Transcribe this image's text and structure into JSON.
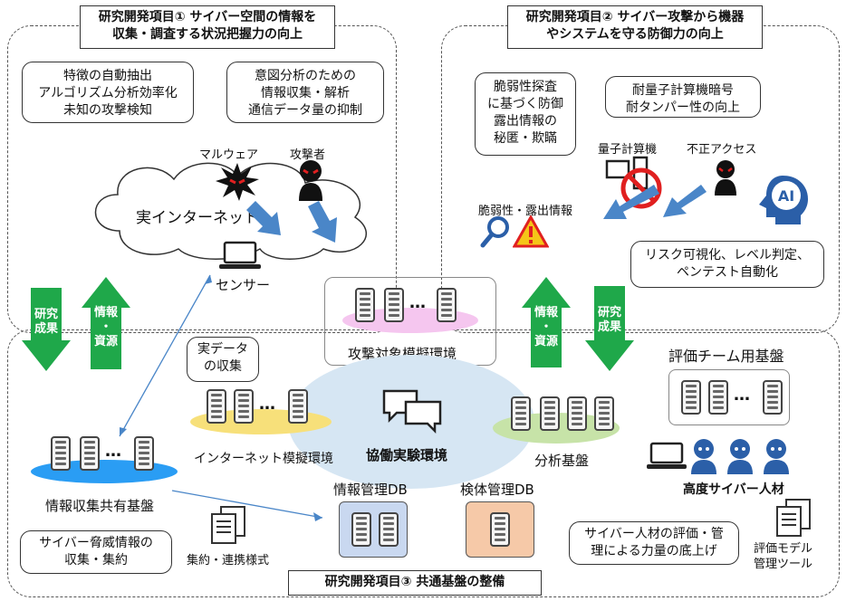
{
  "regions": {
    "top_left_title": "研究開発項目① サイバー空間の情報を\n収集・調査する状況把握力の向上",
    "top_right_title": "研究開発項目② サイバー攻撃から機器\nやシステムを守る防御力の向上",
    "bottom_title": "研究開発項目③ 共通基盤の整備"
  },
  "callouts": {
    "feature_extraction": "特徴の自動抽出\nアルゴリズム分析効率化\n未知の攻撃検知",
    "intent_analysis": "意図分析のための\n情報収集・解析\n通信データ量の抑制",
    "vulnerability_defense": "脆弱性探査\nに基づく防御\n露出情報の\n秘匿・欺瞞",
    "quantum_resistance": "耐量子計算機暗号\n耐タンパー性の向上",
    "risk_visualization": "リスク可視化、レベル判定、\nペンテスト自動化",
    "real_data": "実データ\nの収集",
    "threat_info": "サイバー脅威情報の\n収集・集約",
    "talent_eval": "サイバー人材の評価・管\n理による力量の底上げ"
  },
  "labels": {
    "malware": "マルウェア",
    "attacker": "攻撃者",
    "real_internet": "実インターネット",
    "sensor": "センサー",
    "quantum_computer": "量子計算機",
    "unauthorized_access": "不正アクセス",
    "vuln_exposure": "脆弱性・露出情報",
    "attack_target_env": "攻撃対象模擬環境",
    "internet_sim_env": "インターネット模擬環境",
    "collab_env": "協働実験環境",
    "analysis_platform": "分析基盤",
    "eval_team_platform": "評価チーム用基盤",
    "info_sharing_platform": "情報収集共有基盤",
    "info_mgmt_db": "情報管理DB",
    "specimen_mgmt_db": "検体管理DB",
    "aggregation_format": "集約・連携様式",
    "advanced_talent": "高度サイバー人材",
    "eval_model_tool": "評価モデル\n管理ツール",
    "ai": "AI",
    "ellipsis": "…"
  },
  "arrows": {
    "left_down": "研究\n成果",
    "left_up": "情報\n・\n資源",
    "right_up": "情報\n・\n資源",
    "right_down": "研究\n成果"
  },
  "colors": {
    "green_arrow": "#1fa84a",
    "blue_arrow": "#4a86c8",
    "pink_ellipse": "#f5c6ef",
    "yellow_ellipse": "#f7e07a",
    "green_ellipse": "#c7e3a8",
    "blue_ellipse": "#2a9df4",
    "center_ellipse": "#d6e6f3",
    "db_blue": "#c9d8f0",
    "db_orange": "#f6c9a8",
    "person_blue": "#2b5fa8",
    "warning_red": "#e02020",
    "warning_yellow": "#f5c518"
  }
}
